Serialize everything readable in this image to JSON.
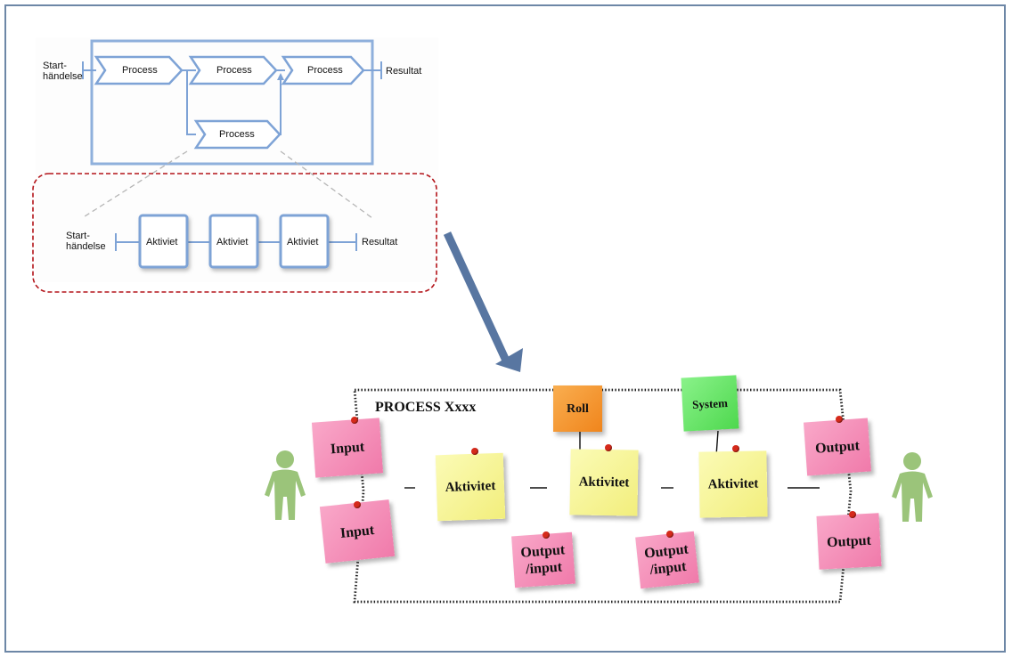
{
  "top_diagram": {
    "start_label": "Start-\nhändelse",
    "result_label": "Resultat",
    "process_labels": [
      "Process",
      "Process",
      "Process",
      "Process"
    ]
  },
  "sub_diagram": {
    "start_label": "Start-\nhändelse",
    "result_label": "Resultat",
    "activity_labels": [
      "Aktiviet",
      "Aktiviet",
      "Aktiviet"
    ]
  },
  "process_map": {
    "title": "PROCESS Xxxx",
    "inputs": [
      "Input",
      "Input"
    ],
    "outputs": [
      "Output",
      "Output"
    ],
    "activities": [
      "Aktivitet",
      "Aktivitet",
      "Aktivitet"
    ],
    "intermediate": [
      "Output\n/input",
      "Output\n/input"
    ],
    "role_label": "Roll",
    "system_label": "System"
  },
  "colors": {
    "frame": "#6d87a6",
    "process_stroke": "#7ea3d6",
    "dashed_outline": "#b3141a",
    "arrow": "#5876a1",
    "note_pink": "#f48fb8",
    "note_yellow": "#f7f59a",
    "note_orange": "#f39a33",
    "note_green": "#6ae56a",
    "person": "#9bc47a"
  }
}
